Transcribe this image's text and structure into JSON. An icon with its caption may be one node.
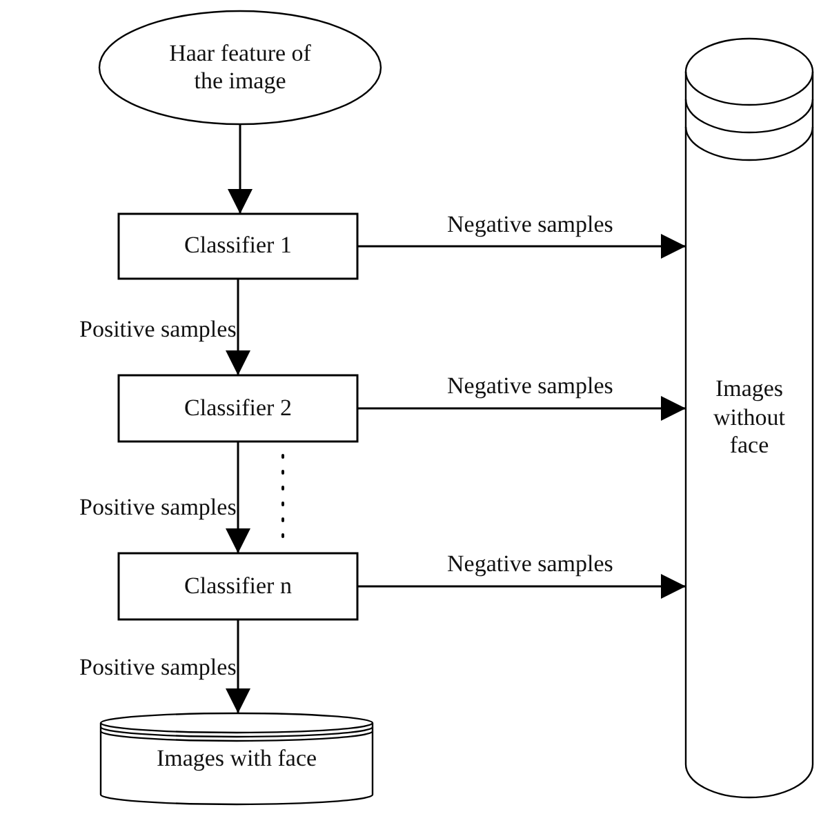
{
  "diagram": {
    "nodes": [
      {
        "text": [
          "Haar feature of the image"
        ]
      },
      {
        "text": [
          "Classifier 1"
        ]
      },
      {
        "text": [
          "Classifier 2"
        ]
      },
      {
        "text": [
          "Classifier n"
        ]
      },
      {
        "text": [
          "Images with face"
        ]
      },
      {
        "text": [
          "Images without face"
        ]
      }
    ],
    "edges": [
      {
        "from": 0,
        "to": 1,
        "arrow": "to"
      },
      {
        "from": 1,
        "to": 2,
        "arrow": "to",
        "label": "Positive samples"
      },
      {
        "from": 2,
        "to": 3,
        "arrow": "to",
        "label": "Positive samples"
      },
      {
        "from": 3,
        "to": 4,
        "arrow": "to",
        "label": "Positive samples"
      },
      {
        "from": 1,
        "to": 5,
        "arrow": "to",
        "label": "Negative samples"
      },
      {
        "from": 2,
        "to": 5,
        "arrow": "to",
        "label": "Negative samples"
      },
      {
        "from": 3,
        "to": 5,
        "arrow": "to",
        "label": "Negative samples"
      }
    ]
  }
}
